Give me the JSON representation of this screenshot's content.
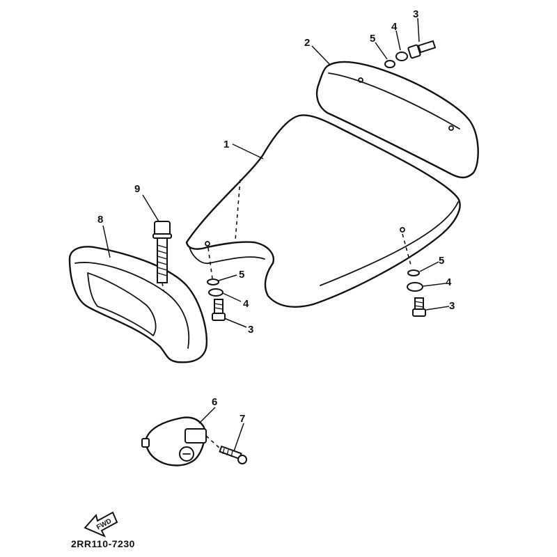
{
  "diagram": {
    "callouts": {
      "c1": "1",
      "c2": "2",
      "c3a": "3",
      "c4a": "4",
      "c5a": "5",
      "c3b": "3",
      "c4b": "4",
      "c5b": "5",
      "c3c": "3",
      "c4c": "4",
      "c5c": "5",
      "c6": "6",
      "c7": "7",
      "c8": "8",
      "c9": "9"
    },
    "fwd_label": "FWD",
    "drawing_code": "2RR110-7230"
  }
}
